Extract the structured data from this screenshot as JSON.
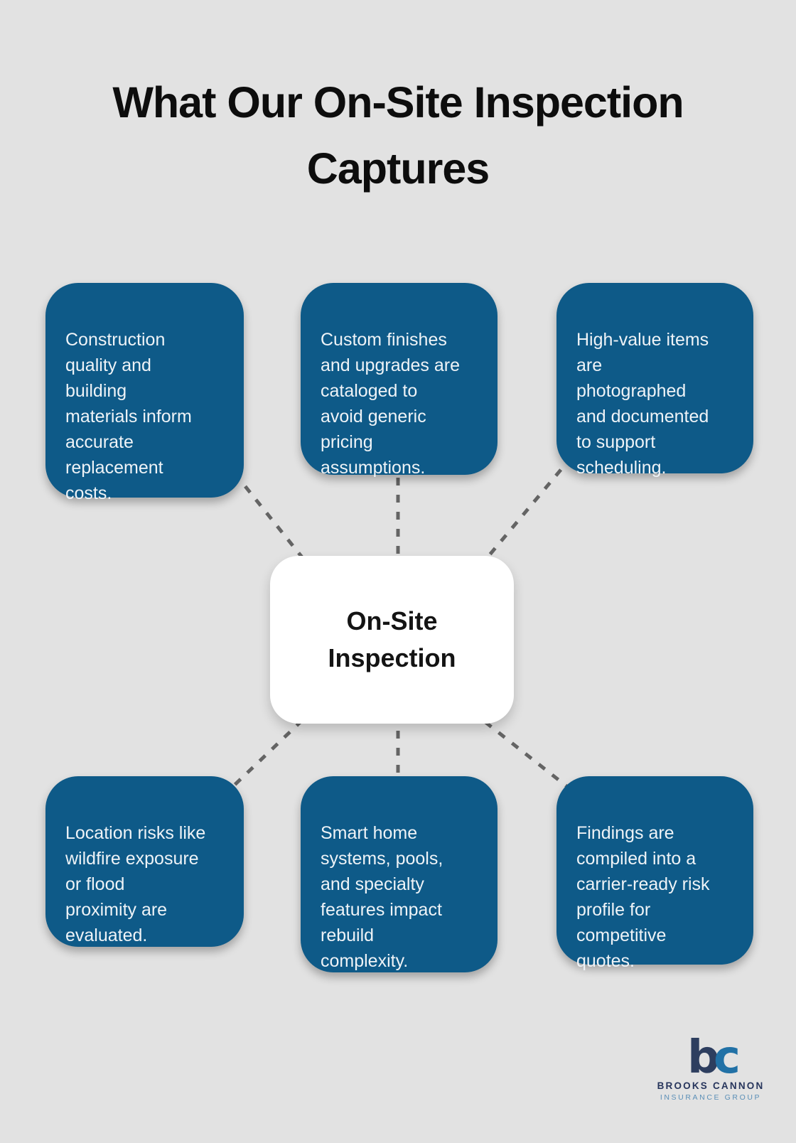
{
  "page": {
    "title": "What Our On-Site Inspection\nCaptures"
  },
  "center": {
    "label": "On-Site\nInspection"
  },
  "nodes": [
    {
      "id": "top-left",
      "text": "Construction\nquality and\nbuilding\nmaterials inform\naccurate\nreplacement\ncosts."
    },
    {
      "id": "top-middle",
      "text": "Custom finishes\nand upgrades are\ncataloged to\navoid generic\npricing\nassumptions."
    },
    {
      "id": "top-right",
      "text": "High-value items\nare\nphotographed\nand documented\nto support\nscheduling."
    },
    {
      "id": "bottom-left",
      "text": "Location risks like\nwildfire exposure\nor flood\nproximity are\nevaluated."
    },
    {
      "id": "bottom-middle",
      "text": "Smart home\nsystems, pools,\nand specialty\nfeatures impact\nrebuild\ncomplexity."
    },
    {
      "id": "bottom-right",
      "text": "Findings are\ncompiled into a\ncarrier-ready risk\nprofile for\ncompetitive\nquotes."
    }
  ],
  "colors": {
    "page_bg": "#e2e2e2",
    "node_fill": "#0e5a88",
    "node_text": "#eef3f7",
    "center_fill": "#ffffff",
    "center_text": "#141414",
    "title_text": "#0d0d0d",
    "connector": "#646464"
  },
  "logo": {
    "monogram_b": "b",
    "monogram_c": "c",
    "name": "BROOKS CANNON",
    "tagline": "INSURANCE GROUP"
  }
}
